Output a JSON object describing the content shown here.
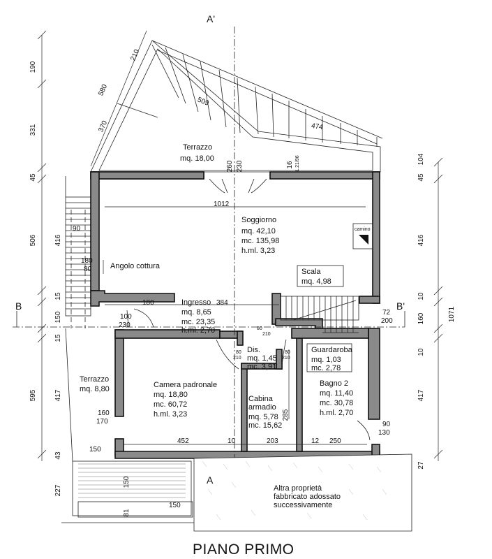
{
  "title": "PIANO PRIMO",
  "section_marks": {
    "a_top": "A'",
    "a_bottom": "A",
    "b_left": "B",
    "b_right": "B'"
  },
  "rooms": {
    "terrazzo_top": {
      "name": "Terrazzo",
      "area": "mq. 18,00"
    },
    "soggiorno": {
      "name": "Soggiorno",
      "area": "mq.  42,10",
      "volume": "mc.  135,98",
      "height": "h.ml.  3,23"
    },
    "angolo_cottura": {
      "name": "Angolo cottura"
    },
    "scala": {
      "name": "Scala",
      "area": "mq. 4,98"
    },
    "ingresso": {
      "name": "Ingresso",
      "area": "mq.   8,65",
      "volume": "mc.  23,35",
      "height": "h.ml. 2,70"
    },
    "dis": {
      "name": "Dis.",
      "area": "mq.  1,45",
      "volume": "mc. 3,91"
    },
    "guardaroba": {
      "name": "Guardaroba",
      "area": "mq. 1,03",
      "volume": "mc. 2,78"
    },
    "terrazzo_left": {
      "name": "Terrazzo",
      "area": "mq. 8,80"
    },
    "camera": {
      "name": "Camera padronale",
      "area": "mq.   18,80",
      "volume": "mc.  60,72",
      "height": "h.ml.   3,23"
    },
    "cabina": {
      "name": "Cabina",
      "name2": "armadio",
      "area": "mq.    5,78",
      "volume": "mc.  15,62"
    },
    "bagno": {
      "name": "Bagno 2",
      "area": "mq.   11,40",
      "volume": "mc.   30,78",
      "height": "h.ml.   2,70"
    }
  },
  "note": {
    "line1": "Altra proprietà",
    "line2": "fabbricato adossato",
    "line3": "successivamente"
  },
  "camino": "camino",
  "dims": {
    "left": [
      "190",
      "331",
      "45",
      "506",
      "416",
      "15",
      "150",
      "15",
      "595",
      "417",
      "43",
      "227"
    ],
    "right": [
      "104",
      "45",
      "416",
      "10",
      "1071",
      "160",
      "10",
      "417",
      "27"
    ],
    "top": [
      "580",
      "210",
      "370",
      "509",
      "474",
      "260",
      "230",
      "16",
      "L.21/96"
    ],
    "inner": [
      "1012",
      "90",
      "180",
      "80",
      "180",
      "384",
      "100",
      "230",
      "72",
      "200",
      "80",
      "210",
      "80",
      "210",
      "80",
      "210",
      "160",
      "170",
      "150",
      "452",
      "10",
      "203",
      "12",
      "250",
      "285",
      "90",
      "130",
      "150",
      "81",
      "150"
    ]
  }
}
